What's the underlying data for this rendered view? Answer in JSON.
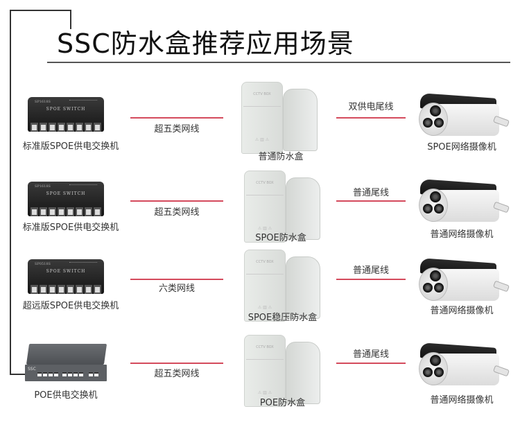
{
  "title": "SSC防水盒推荐应用场景",
  "colors": {
    "cable_line": "#d44a5c",
    "bracket": "#333333",
    "switch_black": "#1a1a1a",
    "switch_grey": "#5d6064"
  },
  "rows": [
    {
      "switch": {
        "label": "标准版SPOE供电交换机",
        "type": "spoe-switch",
        "brand": "SP1618S",
        "name": "SPOE SWITCH"
      },
      "cable_in": {
        "label": "超五类网线"
      },
      "box": {
        "label": "普通防水盒",
        "text": "CCTV BOX"
      },
      "cable_out": {
        "label": "双供电尾线"
      },
      "camera": {
        "label": "SPOE网络摄像机"
      }
    },
    {
      "switch": {
        "label": "标准版SPOE供电交换机",
        "type": "spoe-switch",
        "brand": "SP1618S",
        "name": "SPOE SWITCH"
      },
      "cable_in": {
        "label": "超五类网线"
      },
      "box": {
        "label": "SPOE防水盒",
        "text": "CCTV BOX"
      },
      "cable_out": {
        "label": "普通尾线"
      },
      "camera": {
        "label": "普通网络摄像机"
      }
    },
    {
      "switch": {
        "label": "超远版SPOE供电交换机",
        "type": "spoe-switch",
        "brand": "SP0518S",
        "name": "SPOE SWITCH"
      },
      "cable_in": {
        "label": "六类网线"
      },
      "box": {
        "label": "SPOE稳压防水盒",
        "text": "CCTV BOX"
      },
      "cable_out": {
        "label": "普通尾线"
      },
      "camera": {
        "label": "普通网络摄像机"
      }
    },
    {
      "switch": {
        "label": "POE供电交换机",
        "type": "poe-switch",
        "brand": "SSC"
      },
      "cable_in": {
        "label": "超五类网线"
      },
      "box": {
        "label": "POE防水盒",
        "text": "CCTV BOX"
      },
      "cable_out": {
        "label": "普通尾线"
      },
      "camera": {
        "label": "普通网络摄像机"
      }
    }
  ]
}
